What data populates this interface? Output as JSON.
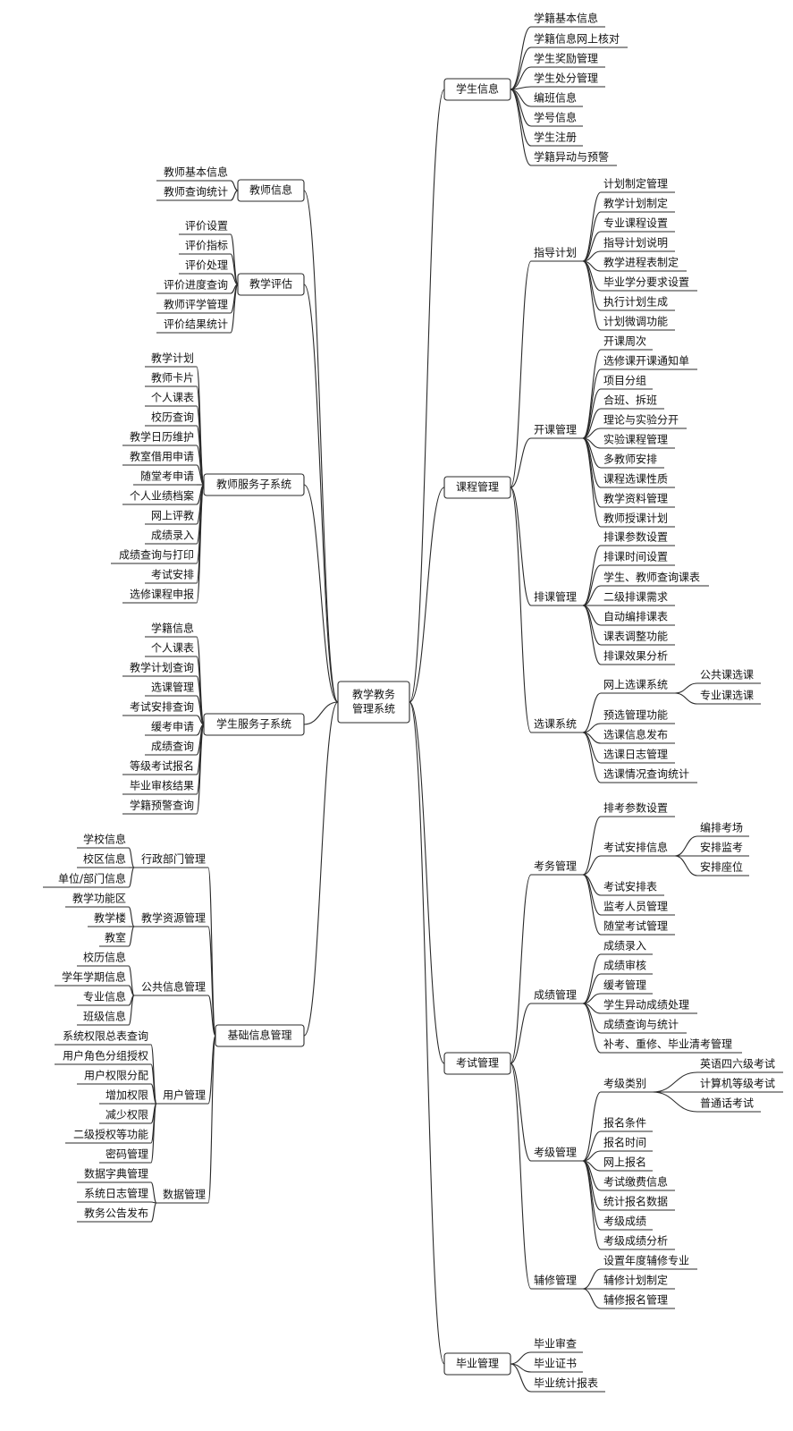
{
  "root": {
    "lines": [
      "教学教务",
      "管理系统"
    ]
  },
  "right": [
    {
      "label": "学生信息",
      "children": [
        {
          "label": "学籍基本信息"
        },
        {
          "label": "学籍信息网上核对"
        },
        {
          "label": "学生奖励管理"
        },
        {
          "label": "学生处分管理"
        },
        {
          "label": "编班信息"
        },
        {
          "label": "学号信息"
        },
        {
          "label": "学生注册"
        },
        {
          "label": "学籍异动与预警"
        }
      ]
    },
    {
      "label": "课程管理",
      "children": [
        {
          "label": "指导计划",
          "children": [
            {
              "label": "计划制定管理"
            },
            {
              "label": "教学计划制定"
            },
            {
              "label": "专业课程设置"
            },
            {
              "label": "指导计划说明"
            },
            {
              "label": "教学进程表制定"
            },
            {
              "label": "毕业学分要求设置"
            },
            {
              "label": "执行计划生成"
            },
            {
              "label": "计划微调功能"
            }
          ]
        },
        {
          "label": "开课管理",
          "children": [
            {
              "label": "开课周次"
            },
            {
              "label": "选修课开课通知单"
            },
            {
              "label": "项目分组"
            },
            {
              "label": "合班、拆班"
            },
            {
              "label": "理论与实验分开"
            },
            {
              "label": "实验课程管理"
            },
            {
              "label": "多教师安排"
            },
            {
              "label": "课程选课性质"
            },
            {
              "label": "教学资料管理"
            },
            {
              "label": "教师授课计划"
            }
          ]
        },
        {
          "label": "排课管理",
          "children": [
            {
              "label": "排课参数设置"
            },
            {
              "label": "排课时间设置"
            },
            {
              "label": "学生、教师查询课表"
            },
            {
              "label": "二级排课需求"
            },
            {
              "label": "自动编排课表"
            },
            {
              "label": "课表调整功能"
            },
            {
              "label": "排课效果分析"
            }
          ]
        },
        {
          "label": "选课系统",
          "children": [
            {
              "label": "网上选课系统",
              "children": [
                {
                  "label": "公共课选课"
                },
                {
                  "label": "专业课选课"
                }
              ]
            },
            {
              "label": "预选管理功能"
            },
            {
              "label": "选课信息发布"
            },
            {
              "label": "选课日志管理"
            },
            {
              "label": "选课情况查询统计"
            }
          ]
        }
      ]
    },
    {
      "label": "考试管理",
      "children": [
        {
          "label": "考务管理",
          "children": [
            {
              "label": "排考参数设置"
            },
            {
              "label": "考试安排信息",
              "children": [
                {
                  "label": "编排考场"
                },
                {
                  "label": "安排监考"
                },
                {
                  "label": "安排座位"
                }
              ]
            },
            {
              "label": "考试安排表"
            },
            {
              "label": "监考人员管理"
            },
            {
              "label": "随堂考试管理"
            }
          ]
        },
        {
          "label": "成绩管理",
          "children": [
            {
              "label": "成绩录入"
            },
            {
              "label": "成绩审核"
            },
            {
              "label": "缓考管理"
            },
            {
              "label": "学生异动成绩处理"
            },
            {
              "label": "成绩查询与统计"
            },
            {
              "label": "补考、重修、毕业清考管理"
            }
          ]
        },
        {
          "label": "考级管理",
          "children": [
            {
              "label": "考级类别",
              "children": [
                {
                  "label": "英语四六级考试"
                },
                {
                  "label": "计算机等级考试"
                },
                {
                  "label": "普通话考试"
                }
              ]
            },
            {
              "label": "报名条件"
            },
            {
              "label": "报名时间"
            },
            {
              "label": "网上报名"
            },
            {
              "label": "考试缴费信息"
            },
            {
              "label": "统计报名数据"
            },
            {
              "label": "考级成绩"
            },
            {
              "label": "考级成绩分析"
            }
          ]
        },
        {
          "label": "辅修管理",
          "children": [
            {
              "label": "设置年度辅修专业"
            },
            {
              "label": "辅修计划制定"
            },
            {
              "label": "辅修报名管理"
            }
          ]
        }
      ]
    },
    {
      "label": "毕业管理",
      "children": [
        {
          "label": "毕业审查"
        },
        {
          "label": "毕业证书"
        },
        {
          "label": "毕业统计报表"
        }
      ]
    }
  ],
  "left": [
    {
      "label": "教师信息",
      "children": [
        {
          "label": "教师基本信息"
        },
        {
          "label": "教师查询统计"
        }
      ]
    },
    {
      "label": "教学评估",
      "children": [
        {
          "label": "评价设置"
        },
        {
          "label": "评价指标"
        },
        {
          "label": "评价处理"
        },
        {
          "label": "评价进度查询"
        },
        {
          "label": "教师评学管理"
        },
        {
          "label": "评价结果统计"
        }
      ]
    },
    {
      "label": "教师服务子系统",
      "children": [
        {
          "label": "教学计划"
        },
        {
          "label": "教师卡片"
        },
        {
          "label": "个人课表"
        },
        {
          "label": "校历查询"
        },
        {
          "label": "教学日历维护"
        },
        {
          "label": "教室借用申请"
        },
        {
          "label": "随堂考申请"
        },
        {
          "label": "个人业绩档案"
        },
        {
          "label": "网上评教"
        },
        {
          "label": "成绩录入"
        },
        {
          "label": "成绩查询与打印"
        },
        {
          "label": "考试安排"
        },
        {
          "label": "选修课程申报"
        }
      ]
    },
    {
      "label": "学生服务子系统",
      "children": [
        {
          "label": "学籍信息"
        },
        {
          "label": "个人课表"
        },
        {
          "label": "教学计划查询"
        },
        {
          "label": "选课管理"
        },
        {
          "label": "考试安排查询"
        },
        {
          "label": "缓考申请"
        },
        {
          "label": "成绩查询"
        },
        {
          "label": "等级考试报名"
        },
        {
          "label": "毕业审核结果"
        },
        {
          "label": "学籍预警查询"
        }
      ]
    },
    {
      "label": "基础信息管理",
      "children": [
        {
          "label": "行政部门管理",
          "children": [
            {
              "label": "学校信息"
            },
            {
              "label": "校区信息"
            },
            {
              "label": "单位/部门信息"
            }
          ]
        },
        {
          "label": "教学资源管理",
          "children": [
            {
              "label": "教学功能区"
            },
            {
              "label": "教学楼"
            },
            {
              "label": "教室"
            }
          ]
        },
        {
          "label": "公共信息管理",
          "children": [
            {
              "label": "校历信息"
            },
            {
              "label": "学年学期信息"
            },
            {
              "label": "专业信息"
            },
            {
              "label": "班级信息"
            }
          ]
        },
        {
          "label": "用户管理",
          "children": [
            {
              "label": "系统权限总表查询"
            },
            {
              "label": "用户角色分组授权"
            },
            {
              "label": "用户权限分配"
            },
            {
              "label": "增加权限"
            },
            {
              "label": "减少权限"
            },
            {
              "label": "二级授权等功能"
            },
            {
              "label": "密码管理"
            }
          ]
        },
        {
          "label": "数据管理",
          "children": [
            {
              "label": "数据字典管理"
            },
            {
              "label": "系统日志管理"
            },
            {
              "label": "教务公告发布"
            }
          ]
        }
      ]
    }
  ]
}
